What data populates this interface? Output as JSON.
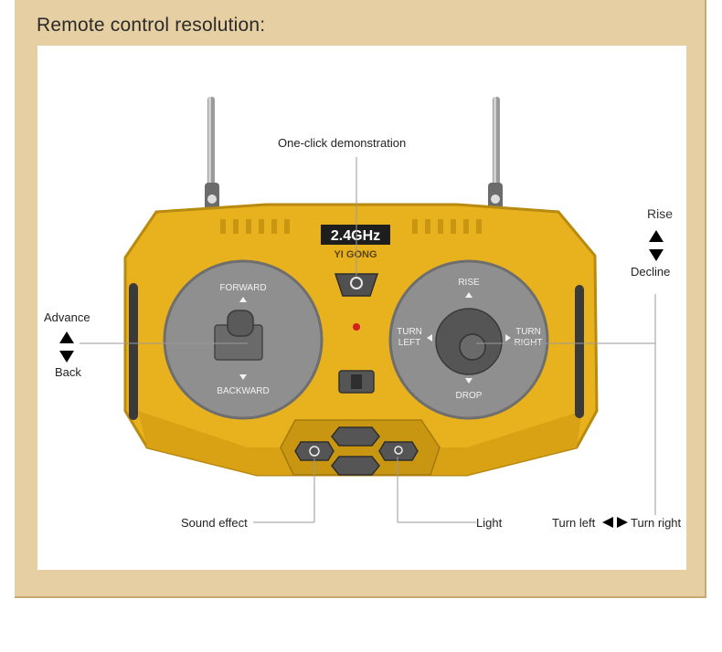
{
  "heading": "Remote control resolution:",
  "callouts": {
    "one_click": "One-click demonstration",
    "rise": "Rise",
    "decline": "Decline",
    "advance": "Advance",
    "back": "Back",
    "sound_effect": "Sound effect",
    "light": "Light",
    "turn_left": "Turn left",
    "turn_right": "Turn right"
  },
  "remote": {
    "badge_freq": "2.4GHz",
    "badge_brand": "YI GONG",
    "left_stick": {
      "forward": "FORWARD",
      "backward": "BACKWARD"
    },
    "right_stick": {
      "rise": "RISE",
      "drop": "DROP",
      "turn_left_1": "TURN",
      "turn_left_2": "LEFT",
      "turn_right_1": "TURN",
      "turn_right_2": "RIGHT"
    }
  },
  "colors": {
    "body_yellow": "#e8b11e",
    "frame_tan": "#e6cfa2",
    "dial_gray": "#8f8f8f"
  }
}
